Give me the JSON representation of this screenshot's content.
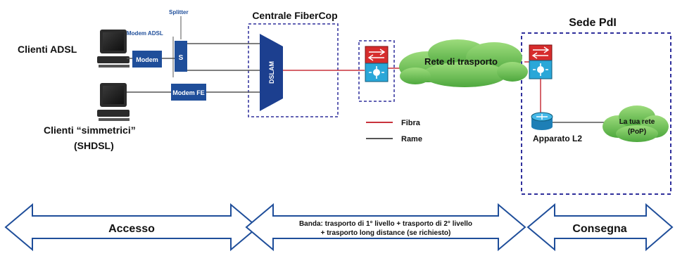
{
  "labels": {
    "centrale": "Centrale FiberCop",
    "sede": "Sede PdI",
    "clienti_adsl": "Clienti ADSL",
    "clienti_simmetrici_line1": "Clienti “simmetrici”",
    "clienti_simmetrici_line2": "(SHDSL)",
    "splitter": "Splitter",
    "modem_adsl": "Modem ADSL",
    "modem": "Modem",
    "splitter_box": "S",
    "modem_fe": "Modem FE",
    "dslam": "DSLAM",
    "rete_trasporto": "Rete di trasporto",
    "la_tua_rete_line1": "La tua rete",
    "la_tua_rete_line2": "(PoP)",
    "apparato_l2": "Apparato L2"
  },
  "legend": {
    "fibra": "Fibra",
    "rame": "Rame",
    "fibra_color": "#c8323c",
    "rame_color": "#555555"
  },
  "arrows": {
    "accesso": "Accesso",
    "banda_line1": "Banda: trasporto di 1° livello + trasporto di 2° livello",
    "banda_line2": "+ trasporto long distance (se richiesto)",
    "consegna": "Consegna"
  },
  "colors": {
    "device_blue": "#1f4e9a",
    "dslam_blue": "#1c3f8f",
    "cloud_green": "#6ec25a",
    "switch_red": "#d62c2c",
    "switch_cyan": "#2aa7d8",
    "dashed_border": "#2f2f9c"
  },
  "icons": [
    "computer-icon",
    "switch-icon",
    "router-icon",
    "cloud-icon"
  ]
}
